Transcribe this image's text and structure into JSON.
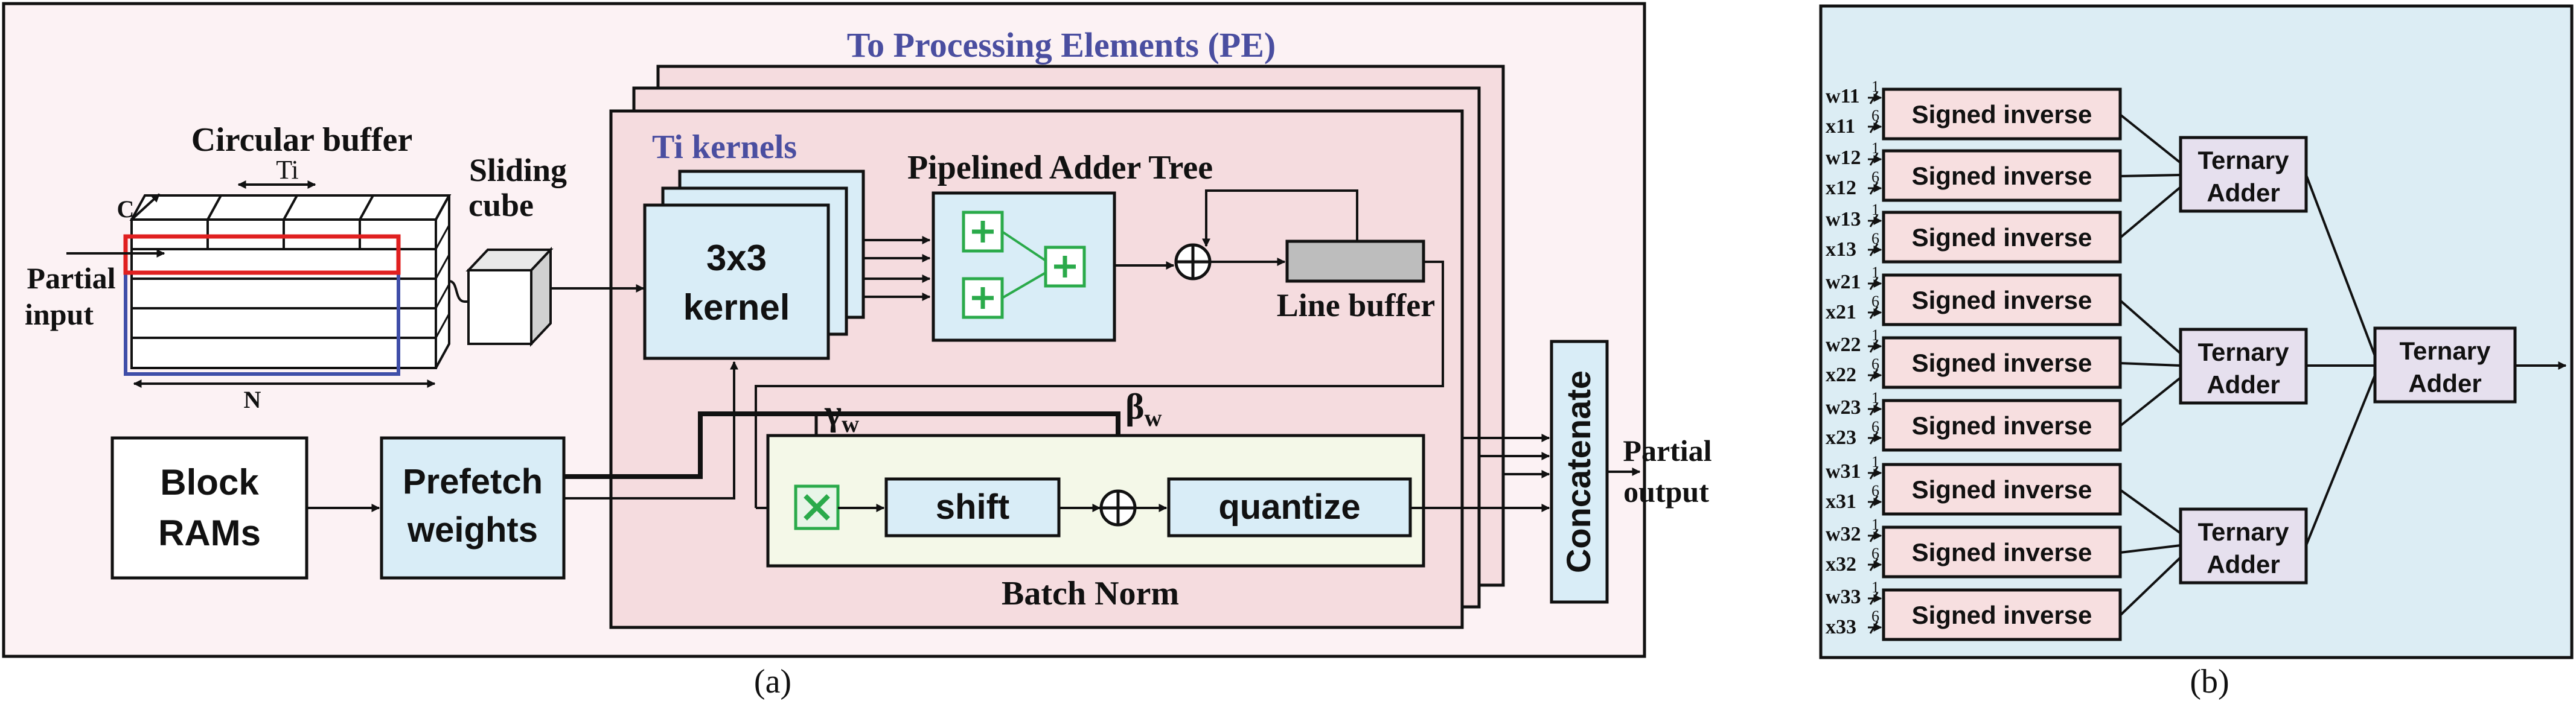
{
  "panel_a": {
    "pe_title": "To Processing Elements (PE)",
    "circular_buffer": "Circular buffer",
    "ti_label": "Ti",
    "c_label": "C",
    "n_label": "N",
    "partial_input_1": "Partial",
    "partial_input_2": "input",
    "sliding_cube_1": "Sliding",
    "sliding_cube_2": "cube",
    "ti_kernels": "Ti kernels",
    "kernel_1": "3x3",
    "kernel_2": "kernel",
    "adder_tree": "Pipelined Adder Tree",
    "line_buffer": "Line buffer",
    "block_rams_1": "Block",
    "block_rams_2": "RAMs",
    "prefetch_1": "Prefetch",
    "prefetch_2": "weights",
    "gamma": "γ",
    "gamma_sub": "w",
    "beta": "β",
    "beta_sub": "w",
    "shift": "shift",
    "quantize": "quantize",
    "batch_norm": "Batch Norm",
    "concatenate": "Concatenate",
    "partial_output_1": "Partial",
    "partial_output_2": "output",
    "caption": "(a)",
    "colors": {
      "background": "#fcf2f4",
      "pe_fill": "#f5dcdf",
      "light_blue": "#d9edf7",
      "batch_norm_fill": "#f4f8e8",
      "pe_title_color": "#4a4ea0",
      "green": "#2aaa4a",
      "line_buffer_fill": "#bdbdbd",
      "buffer_red": "#e02020",
      "buffer_blue": "#3f4ea8"
    }
  },
  "panel_b": {
    "inputs": [
      {
        "w": "w11",
        "x": "x11"
      },
      {
        "w": "w12",
        "x": "x12"
      },
      {
        "w": "w13",
        "x": "x13"
      },
      {
        "w": "w21",
        "x": "x21"
      },
      {
        "w": "w22",
        "x": "x22"
      },
      {
        "w": "w23",
        "x": "x23"
      },
      {
        "w": "w31",
        "x": "x31"
      },
      {
        "w": "w32",
        "x": "x32"
      },
      {
        "w": "w33",
        "x": "x33"
      }
    ],
    "bus_w": "1",
    "bus_x": "6",
    "signed_inverse": "Signed inverse",
    "ternary_1": "Ternary",
    "ternary_2": "Adder",
    "caption": "(b)",
    "colors": {
      "background": "#dcedf4",
      "signed_fill": "#f7dfe0",
      "ternary_fill": "#e6e0ee"
    }
  }
}
